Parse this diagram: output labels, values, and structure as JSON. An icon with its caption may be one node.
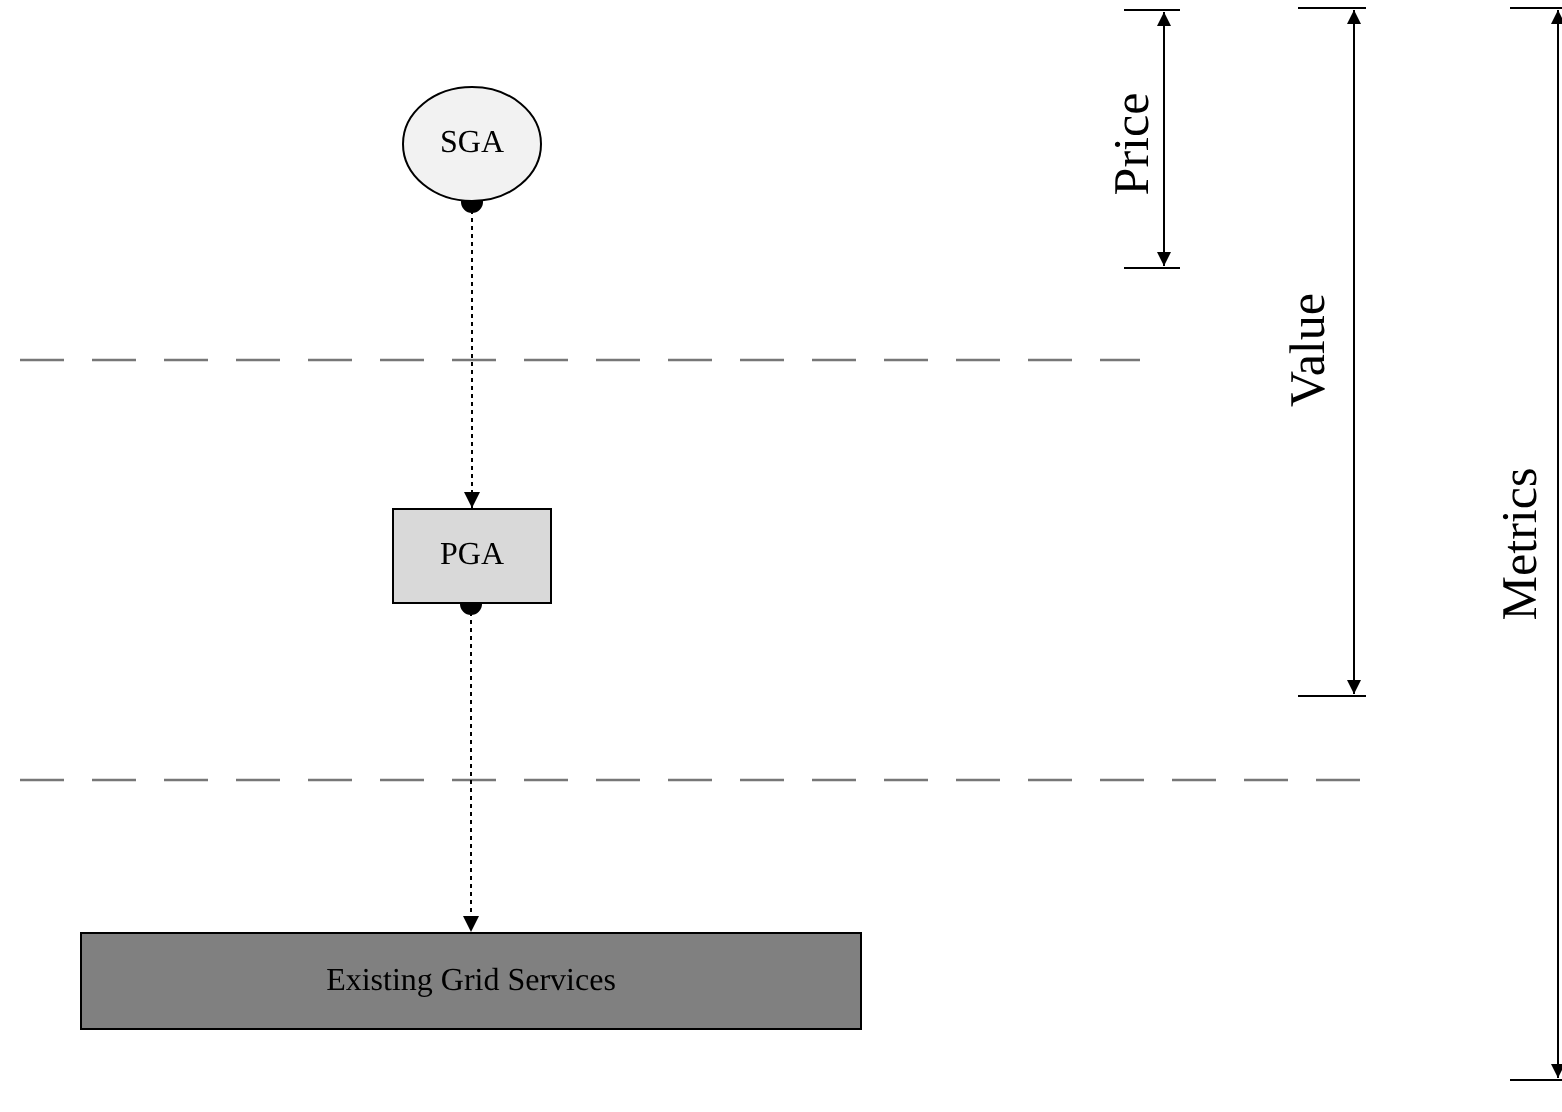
{
  "diagram": {
    "nodes": [
      {
        "text": [
          "SGA"
        ]
      },
      {
        "text": [
          "PGA"
        ]
      },
      {
        "text": [
          "Existing Grid Services"
        ]
      }
    ],
    "edges": [
      {
        "from": 0,
        "to": 1,
        "arrow": "to",
        "style": "dashed"
      },
      {
        "from": 1,
        "to": 2,
        "arrow": "to",
        "style": "dashed"
      }
    ],
    "labels": [
      "Price",
      "Value",
      "Metrics"
    ]
  }
}
